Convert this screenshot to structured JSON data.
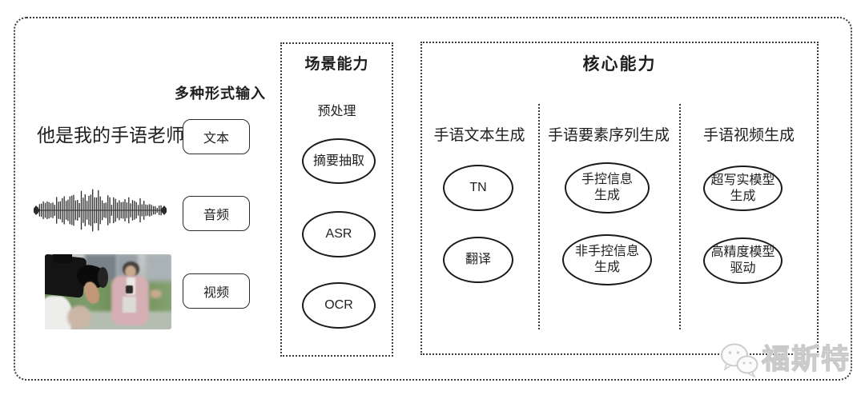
{
  "input_section": {
    "title": "多种形式输入",
    "sample_text": "他是我的手语老师",
    "inputs": [
      {
        "label": "文本"
      },
      {
        "label": "音频"
      },
      {
        "label": "视频"
      }
    ]
  },
  "scene_capability": {
    "title": "场景能力",
    "stage_label": "预处理",
    "nodes": [
      {
        "label": "摘要抽取"
      },
      {
        "label": "ASR"
      },
      {
        "label": "OCR"
      }
    ]
  },
  "core_capability": {
    "title": "核心能力",
    "columns": [
      {
        "header": "手语文本生成",
        "nodes": [
          {
            "line1": "TN",
            "line2": ""
          },
          {
            "line1": "翻译",
            "line2": ""
          }
        ]
      },
      {
        "header": "手语要素序列生成",
        "nodes": [
          {
            "line1": "手控信息",
            "line2": "生成"
          },
          {
            "line1": "非手控信息",
            "line2": "生成"
          }
        ]
      },
      {
        "header": "手语视频生成",
        "nodes": [
          {
            "line1": "超写实模型",
            "line2": "生成"
          },
          {
            "line1": "高精度模型",
            "line2": "驱动"
          }
        ]
      }
    ]
  },
  "watermark": {
    "label": "福斯特",
    "icon": "wechat-icon"
  },
  "colors": {
    "ink": "#1e1e1e",
    "border_dot": "#3c3c3c",
    "watermark_gray": "#c9c9c9"
  }
}
